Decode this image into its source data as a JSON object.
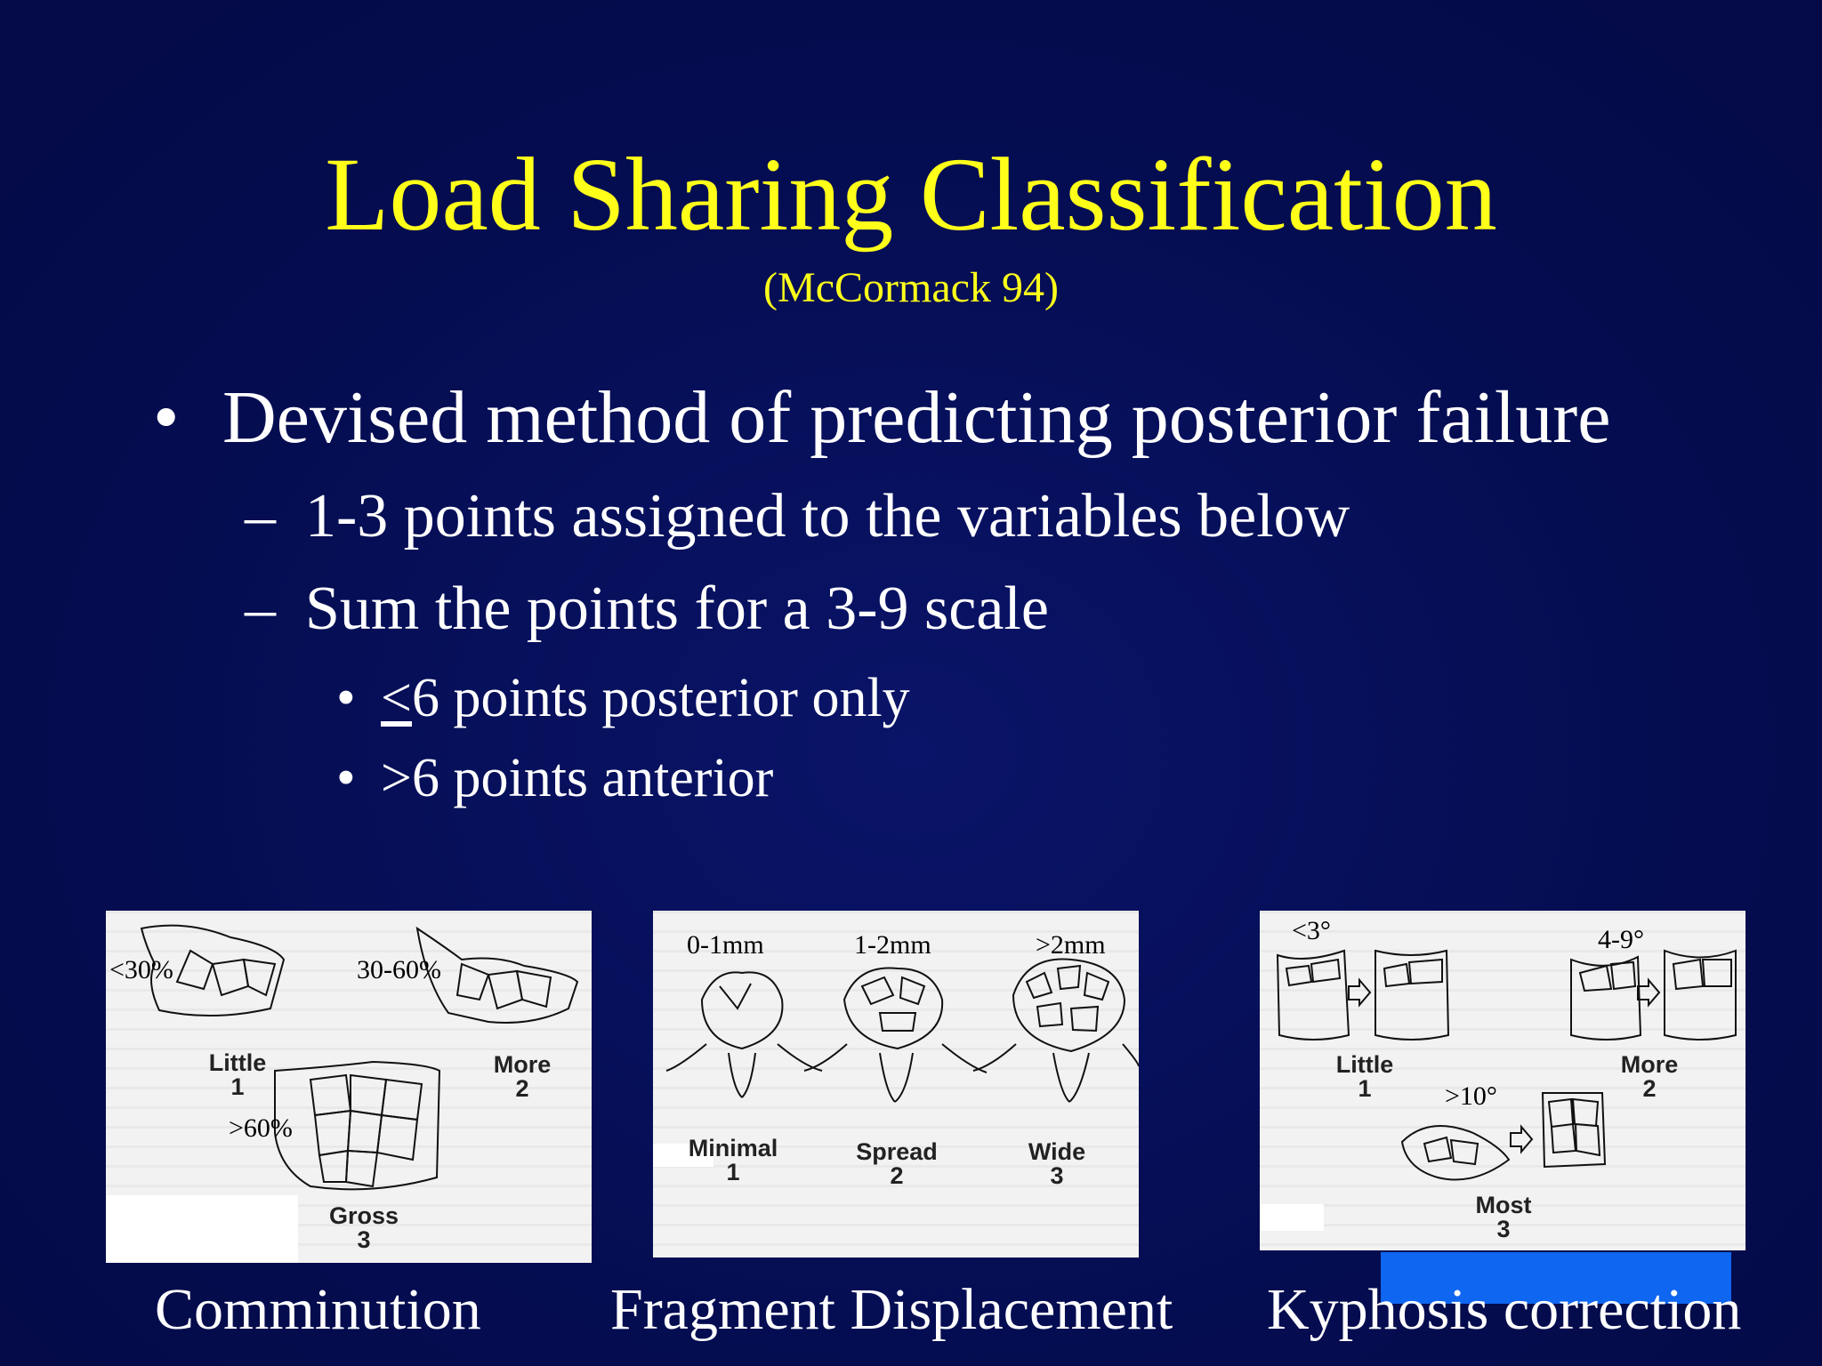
{
  "slide": {
    "title": "Load Sharing Classification",
    "subtitle": "(McCormack 94)",
    "bullet": "Devised method of predicting posterior failure",
    "subbullets": [
      "1-3 points assigned to the variables below",
      "Sum the points for a 3-9 scale"
    ],
    "subsub": {
      "first_prefix": "<",
      "first_rest": "6 points posterior only",
      "second": ">6 points anterior"
    }
  },
  "panels": {
    "comminution": {
      "caption": "Comminution",
      "pct_low": "<30%",
      "pct_mid": "30-60%",
      "pct_high": ">60%",
      "little": "Little",
      "little_score": "1",
      "more": "More",
      "more_score": "2",
      "gross": "Gross",
      "gross_score": "3"
    },
    "displacement": {
      "caption": "Fragment Displacement",
      "d1": "0-1mm",
      "d2": "1-2mm",
      "d3": ">2mm",
      "minimal": "Minimal",
      "minimal_score": "1",
      "spread": "Spread",
      "spread_score": "2",
      "wide": "Wide",
      "wide_score": "3"
    },
    "kyphosis": {
      "caption": "Kyphosis correction",
      "k1": "<3°",
      "k2": "4-9°",
      "k3": ">10°",
      "little": "Little",
      "little_score": "1",
      "more": "More",
      "more_score": "2",
      "most": "Most",
      "most_score": "3"
    }
  },
  "colors": {
    "title": "#ffff1a",
    "text": "#ffffff",
    "background": "#050d52",
    "accent_bar": "#0f66f0"
  }
}
